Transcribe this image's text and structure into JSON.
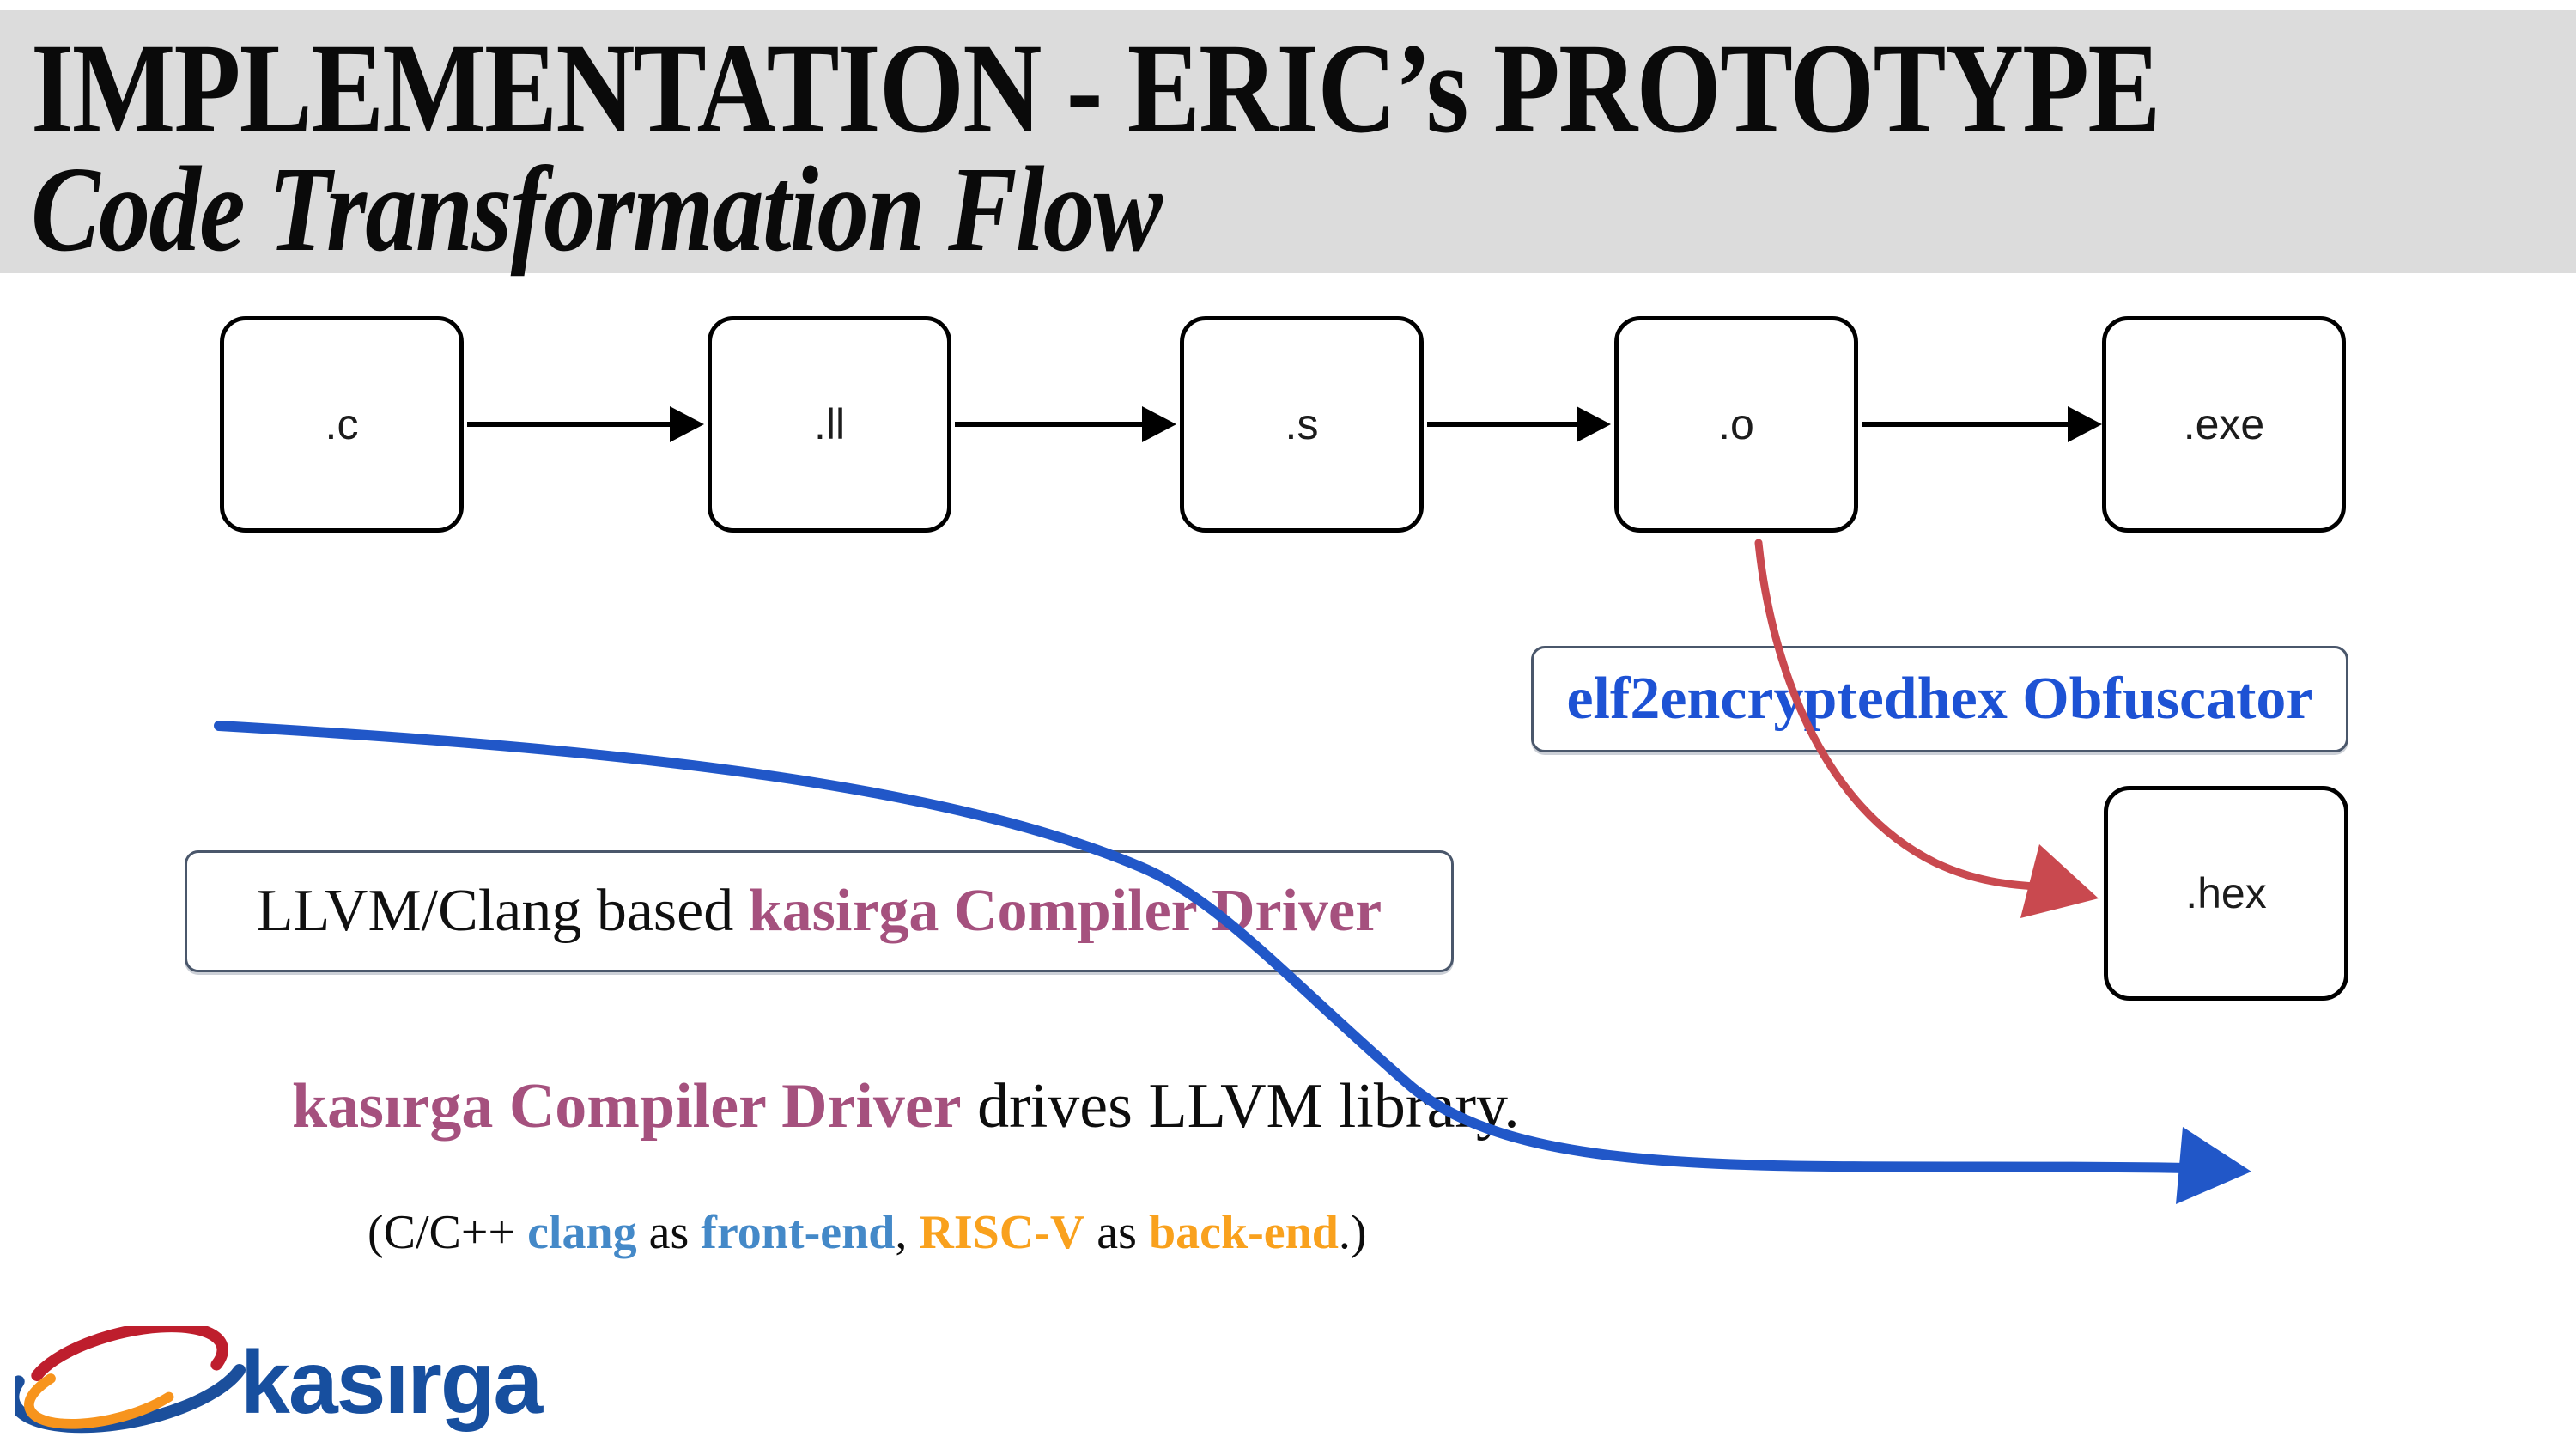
{
  "header": {
    "title": "IMPLEMENTATION - ERIC’s PROTOTYPE",
    "subtitle": "Code Transformation Flow"
  },
  "flow": {
    "stages": [
      ".c",
      ".ll",
      ".s",
      ".o",
      ".exe"
    ]
  },
  "obfuscator": {
    "label": "elf2encryptedhex Obfuscator"
  },
  "hex": {
    "label": ".hex"
  },
  "compiler_box": {
    "prefix": "LLVM/Clang based ",
    "highlight": "kasirga Compiler Driver"
  },
  "caption": {
    "highlight": "kasırga Compiler Driver",
    "rest": " drives LLVM library."
  },
  "subcaption": {
    "parts": [
      {
        "text": "(C/C++ ",
        "color": "black"
      },
      {
        "text": "clang",
        "color": "blue"
      },
      {
        "text": " as ",
        "color": "black"
      },
      {
        "text": "front-end",
        "color": "blue"
      },
      {
        "text": ", ",
        "color": "black"
      },
      {
        "text": "RISC-V",
        "color": "orange"
      },
      {
        "text": " as ",
        "color": "black"
      },
      {
        "text": "back-end",
        "color": "orange"
      },
      {
        "text": ".)",
        "color": "black"
      }
    ]
  },
  "logo": {
    "text": "kasırga"
  },
  "colors": {
    "band_gray": "#dcdcdc",
    "flow_border": "#000000",
    "label_border": "#4a576b",
    "obf_blue": "#1d52d4",
    "purple": "#a5517e",
    "clang_blue": "#4489c8",
    "riscv_orange": "#f9a11d",
    "red_arrow": "#c9494f",
    "blue_arrow": "#2157c8",
    "logo_navy": "#174f9f",
    "logo_red": "#be1e2d",
    "logo_orange": "#f7941d",
    "logo_blue": "#1b4f9c"
  }
}
